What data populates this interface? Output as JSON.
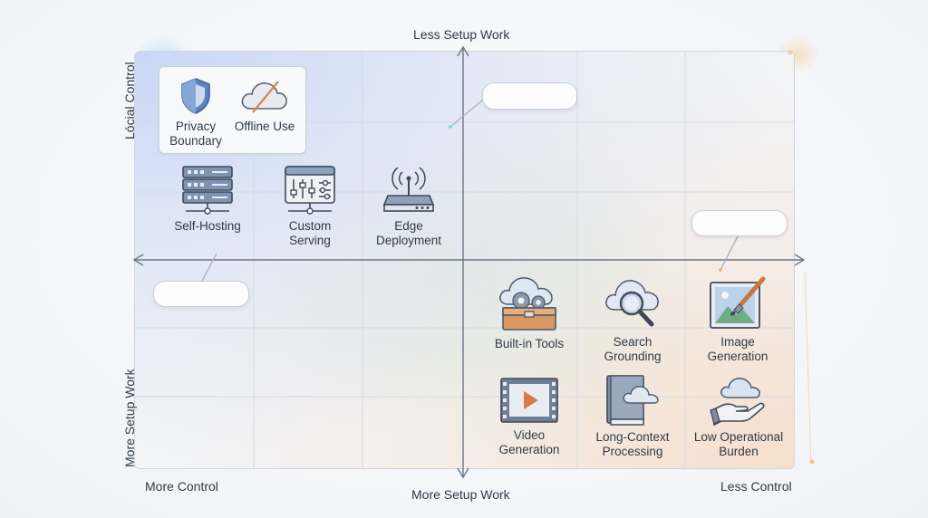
{
  "axes": {
    "top": "Less Setup Work",
    "bottom": "More Setup Work",
    "left_top": "Lócial Control",
    "left_bottom": "More Setup Work",
    "bottom_left": "More Control",
    "bottom_right": "Less Control"
  },
  "top_left_card": {
    "items": [
      {
        "line1": "Privacy",
        "line2": "Boundary"
      },
      {
        "line1": "Offline Use",
        "line2": ""
      }
    ]
  },
  "top_left_items": [
    {
      "line1": "Self-Hosting",
      "line2": ""
    },
    {
      "line1": "Custom",
      "line2": "Serving"
    },
    {
      "line1": "Edge",
      "line2": "Deployment"
    }
  ],
  "bottom_right_items": [
    {
      "line1": "Built-in Tools",
      "line2": ""
    },
    {
      "line1": "Search",
      "line2": "Grounding"
    },
    {
      "line1": "Image",
      "line2": "Generation"
    },
    {
      "line1": "Video",
      "line2": "Generation"
    },
    {
      "line1": "Long-Context",
      "line2": "Processing"
    },
    {
      "line1": "Low Operational",
      "line2": "Burden"
    }
  ],
  "icons": {
    "privacy": "shield-icon",
    "offline": "cloud-off-icon",
    "self_hosting": "server-rack-icon",
    "custom_serving": "server-sliders-icon",
    "edge": "router-antenna-icon",
    "built_in_tools": "toolbox-gears-icon",
    "search": "cloud-magnifier-icon",
    "image": "picture-brush-icon",
    "video": "film-play-icon",
    "long_context": "book-cloud-icon",
    "low_burden": "hand-cloud-icon"
  },
  "colors": {
    "accent_blue": "#4a78b8",
    "accent_orange": "#d9894e",
    "line": "#6b7686"
  }
}
